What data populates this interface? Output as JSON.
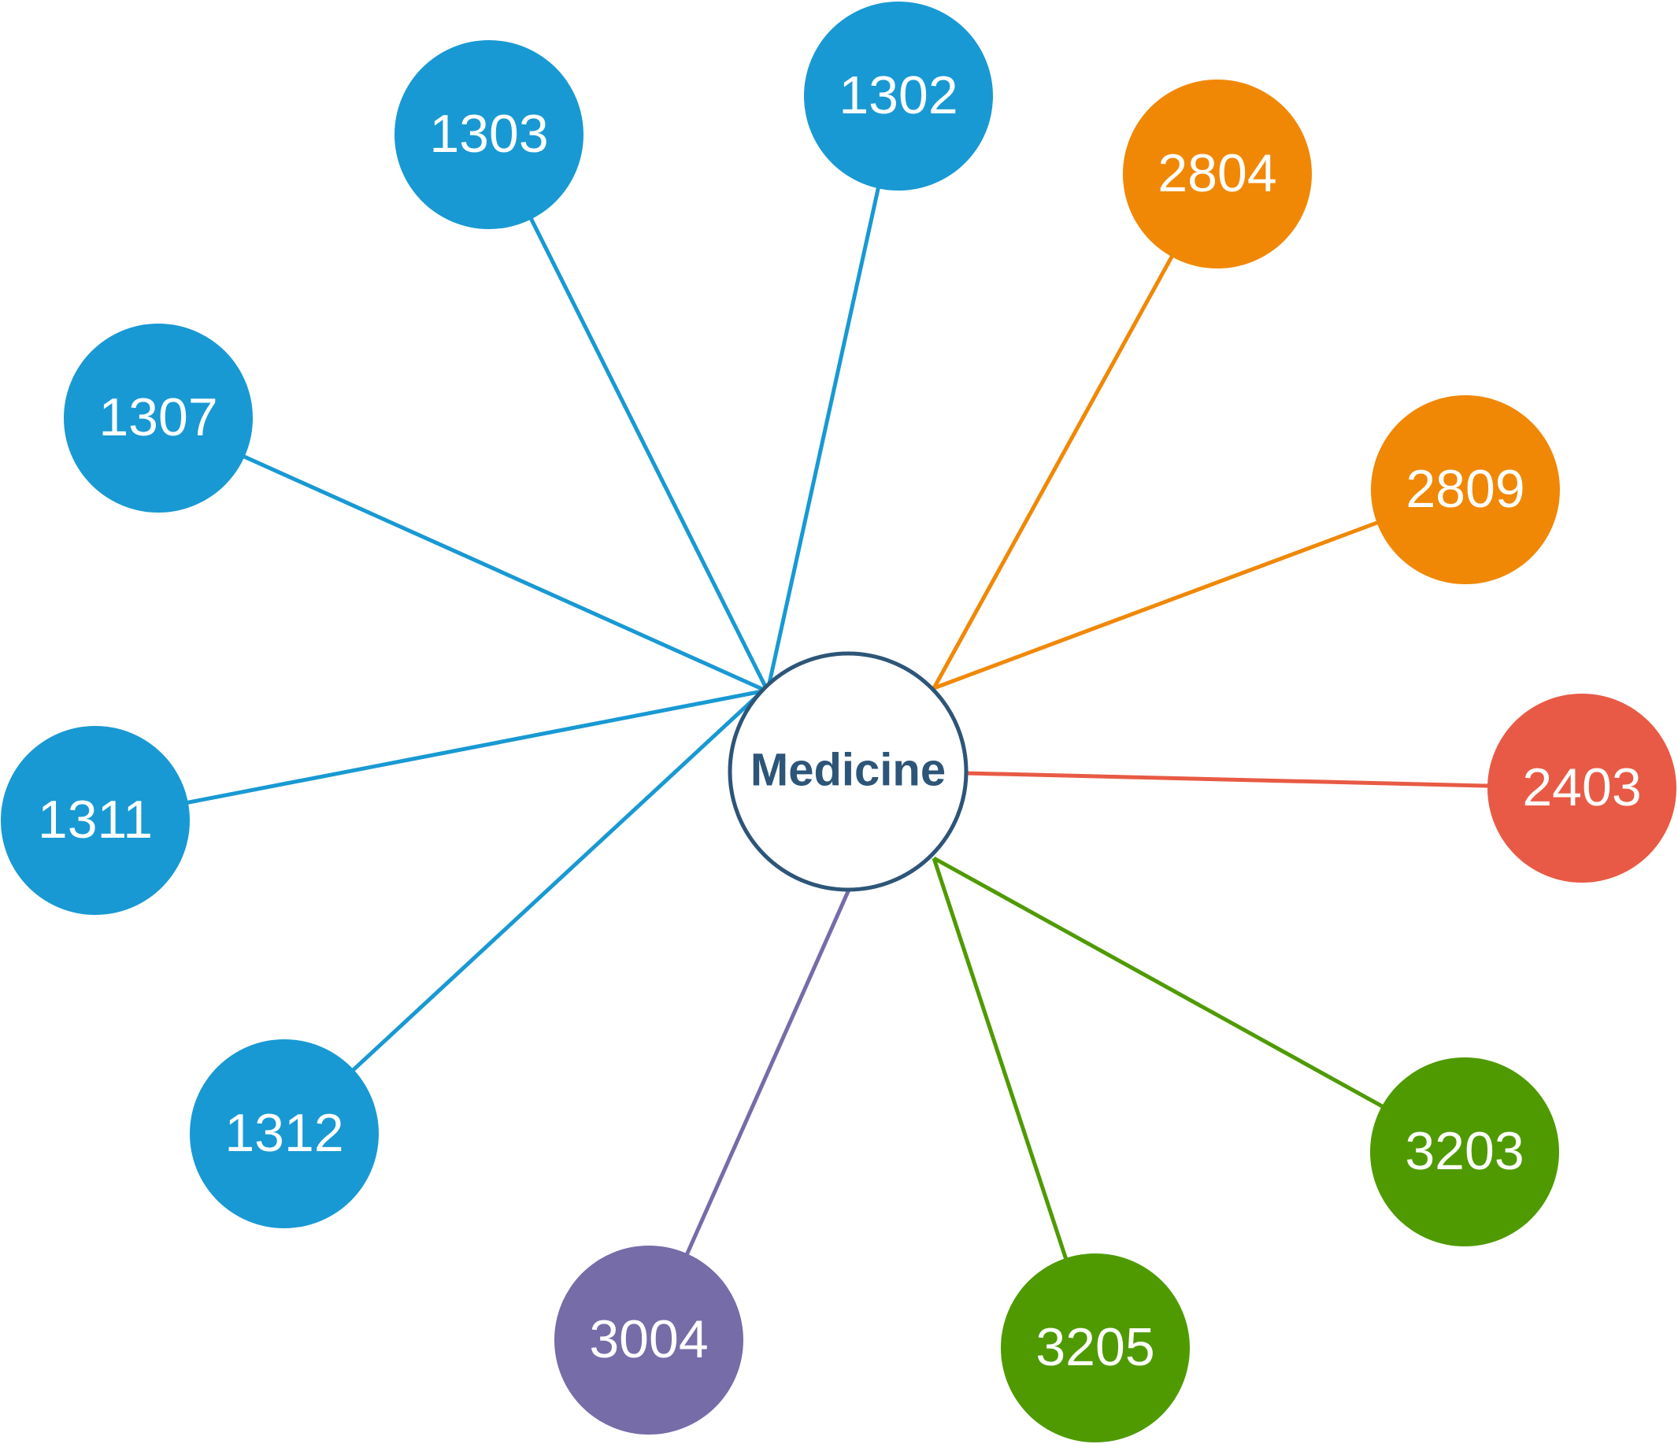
{
  "center": {
    "label": "Medicine",
    "text_color": "#2d5578",
    "stroke_color": "#2d5578",
    "fill_color": "#ffffff"
  },
  "groups": {
    "blue": "#1899d3",
    "orange": "#f08806",
    "red": "#e85a45",
    "green": "#4f9a00",
    "purple": "#756ca8"
  },
  "nodes": [
    {
      "id": "n1302",
      "label": "1302",
      "group": "blue"
    },
    {
      "id": "n1303",
      "label": "1303",
      "group": "blue"
    },
    {
      "id": "n1307",
      "label": "1307",
      "group": "blue"
    },
    {
      "id": "n1311",
      "label": "1311",
      "group": "blue"
    },
    {
      "id": "n1312",
      "label": "1312",
      "group": "blue"
    },
    {
      "id": "n3004",
      "label": "3004",
      "group": "purple"
    },
    {
      "id": "n3205",
      "label": "3205",
      "group": "green"
    },
    {
      "id": "n3203",
      "label": "3203",
      "group": "green"
    },
    {
      "id": "n2403",
      "label": "2403",
      "group": "red"
    },
    {
      "id": "n2809",
      "label": "2809",
      "group": "orange"
    },
    {
      "id": "n2804",
      "label": "2804",
      "group": "orange"
    }
  ]
}
